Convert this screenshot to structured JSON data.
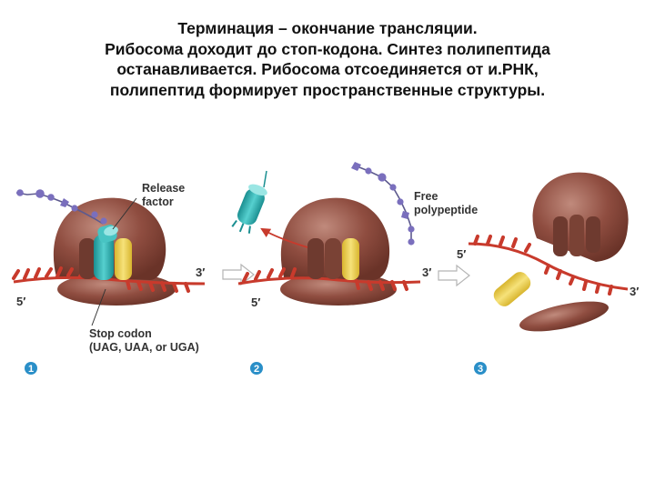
{
  "title": {
    "lines": [
      "Терминация – окончание трансляции.",
      "Рибосома доходит до стоп-кодона. Синтез полипептида",
      "останавливается. Рибосома отсоединяется от и.РНК,",
      "полипептид формирует пространственные структуры."
    ]
  },
  "panels": [
    {
      "step": "1",
      "labels": {
        "release_factor_1": "Release",
        "release_factor_2": "factor",
        "stop_codon_1": "Stop codon",
        "stop_codon_2": "(UAG, UAA, or UGA)"
      },
      "mrna_5": "5′",
      "mrna_3": "3′"
    },
    {
      "step": "2",
      "labels": {
        "free_polypeptide_1": "Free",
        "free_polypeptide_2": "polypeptide"
      },
      "mrna_5": "5′",
      "mrna_3": "3′"
    },
    {
      "step": "3",
      "mrna_5": "5′",
      "mrna_3": "3′"
    }
  ],
  "colors": {
    "ribosome": "#8b4a3e",
    "ribosome_light": "#b97a6c",
    "mrna": "#c83a2c",
    "release_factor": "#2aa7a8",
    "trna_yellow": "#e9cf4a",
    "polypeptide": "#7a6fbd",
    "step_badge": "#2a8fc8",
    "arrow": "#c9c9c9"
  }
}
